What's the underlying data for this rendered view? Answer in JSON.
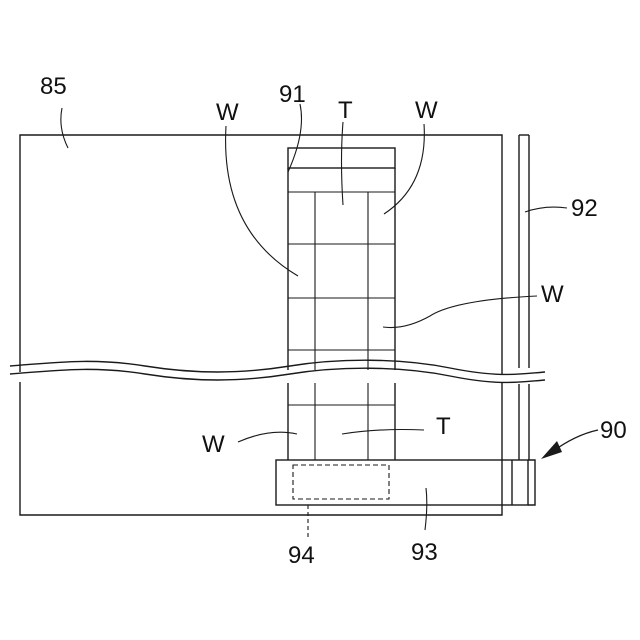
{
  "labels": {
    "l85": "85",
    "l91": "91",
    "l92": "92",
    "l90": "90",
    "l93": "93",
    "l94": "94",
    "w_top_left": "W",
    "w_top_right": "W",
    "w_mid_right": "W",
    "w_bottom_left": "W",
    "t_top": "T",
    "t_bottom": "T"
  }
}
